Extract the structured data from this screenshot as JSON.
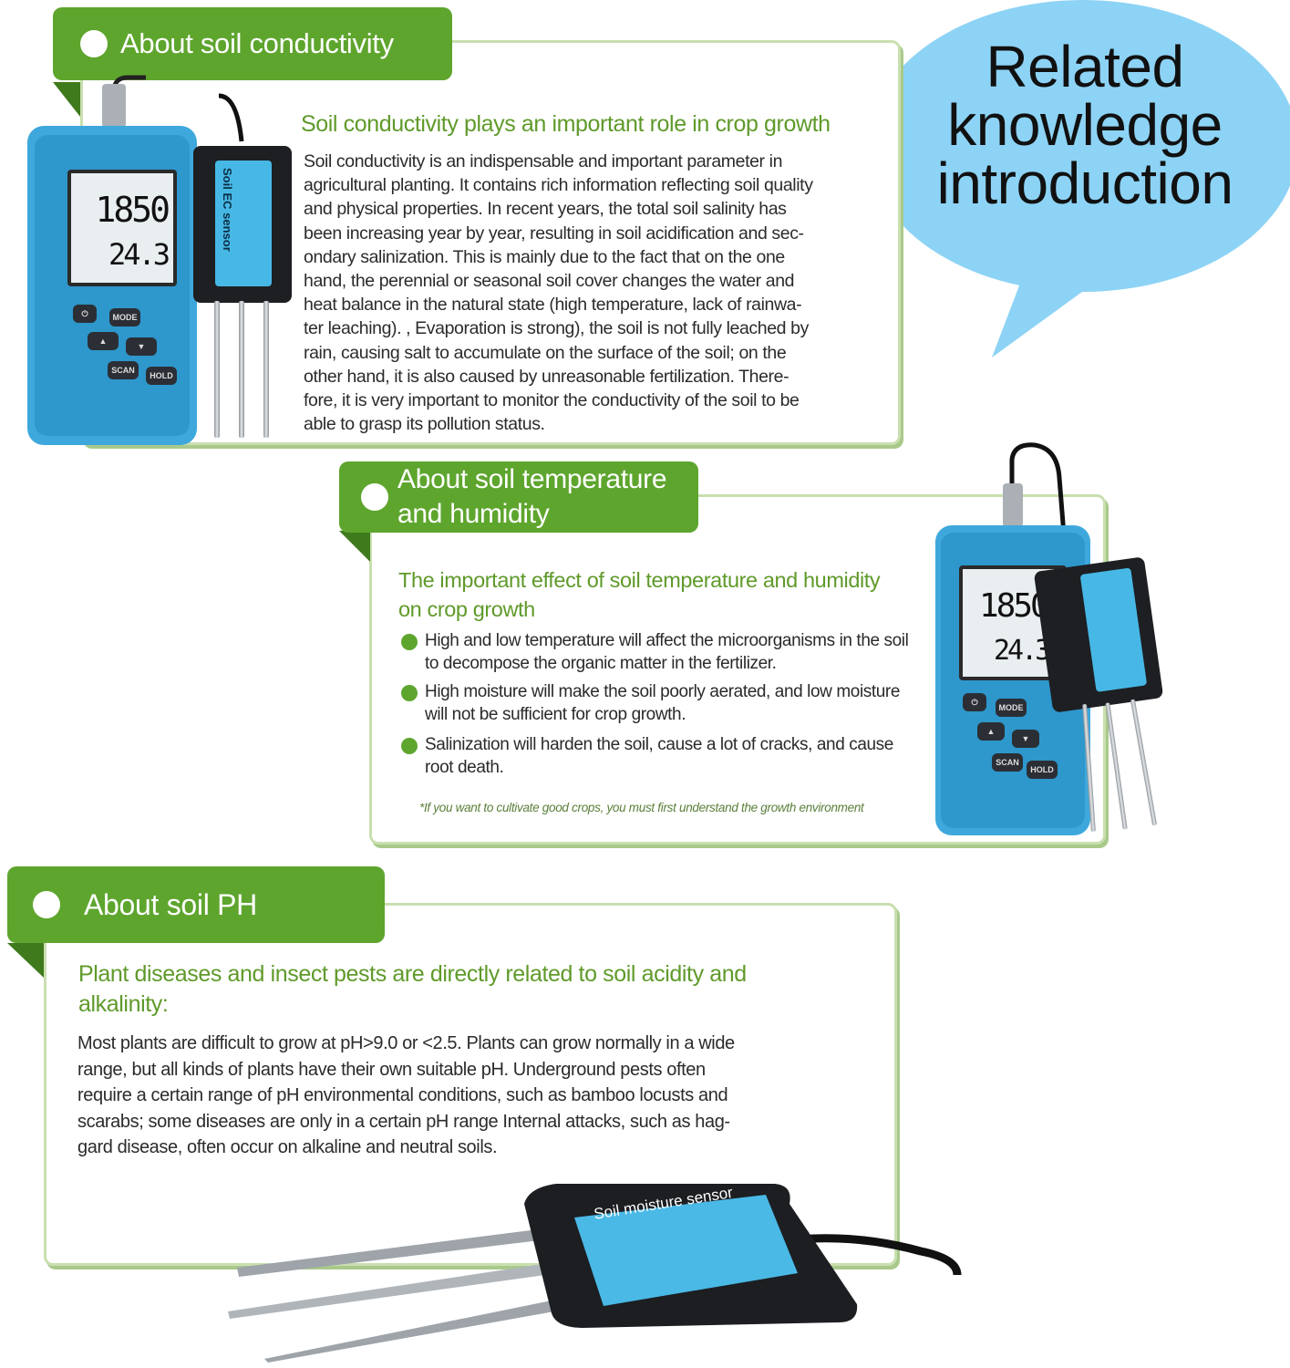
{
  "bubble": {
    "line1": "Related",
    "line2": "knowledge",
    "line3": "introduction",
    "color": "#8dd3f5"
  },
  "section1": {
    "tab": "About soil conductivity",
    "subtitle": "Soil conductivity plays an important role in crop growth",
    "lines": [
      "Soil conductivity is an indispensable and important parameter in",
      "agricultural planting. It contains rich information reflecting soil quality",
      "and physical properties. In recent years, the total soil salinity has",
      "been increasing year by year, resulting in soil acidification and sec-",
      "ondary salinization. This is mainly due to the fact that on the one",
      "hand, the perennial or seasonal soil cover changes the water and",
      "heat balance in the natural state (high temperature, lack of rainwa-",
      "ter leaching). , Evaporation is strong), the soil is not fully leached by",
      "rain, causing salt to accumulate on the surface of the soil; on the",
      "other hand, it is also caused by unreasonable fertilization. There-",
      "fore, it is very important to monitor the conductivity of the soil to be",
      "able to grasp its pollution status."
    ]
  },
  "section2": {
    "tab_line1": "About soil temperature",
    "tab_line2": "and humidity",
    "subtitle_line1": "The important effect of soil temperature and humidity",
    "subtitle_line2": "on crop growth",
    "bullets": [
      {
        "line1": "High and low temperature will affect the microorganisms in the soil",
        "line2": "to decompose the organic matter in the fertilizer."
      },
      {
        "line1": "High moisture will make the soil poorly aerated, and low moisture",
        "line2": "will not be sufficient for crop growth."
      },
      {
        "line1": "Salinization will harden the soil, cause a lot of cracks, and cause",
        "line2": "root death."
      }
    ],
    "note": "*If you want to cultivate good crops, you must first understand the growth environment"
  },
  "section3": {
    "tab": "About soil PH",
    "subtitle_line1": "Plant diseases and insect pests are directly related to soil acidity and",
    "subtitle_line2": "alkalinity:",
    "lines": [
      "Most plants are difficult to grow at pH>9.0 or <2.5. Plants can grow normally in a wide",
      "range, but all kinds of plants have their own suitable pH. Underground pests often",
      "require a certain range of pH environmental conditions, such as bamboo locusts and",
      "scarabs; some diseases are only in a certain pH range Internal attacks, such as hag-",
      "gard disease, often occur on alkaline and neutral soils."
    ]
  },
  "device": {
    "reading_top": "1850",
    "reading_bottom": "24.3",
    "btn_mode": "MODE",
    "btn_scan": "SCAN",
    "btn_hold": "HOLD",
    "ec_label": "Soil EC sensor",
    "moisture_label": "Soil moisture sensor"
  },
  "colors": {
    "green": "#5ea52e",
    "subtitle_green": "#5f9a2a",
    "meter_blue": "#3ea8dc"
  }
}
